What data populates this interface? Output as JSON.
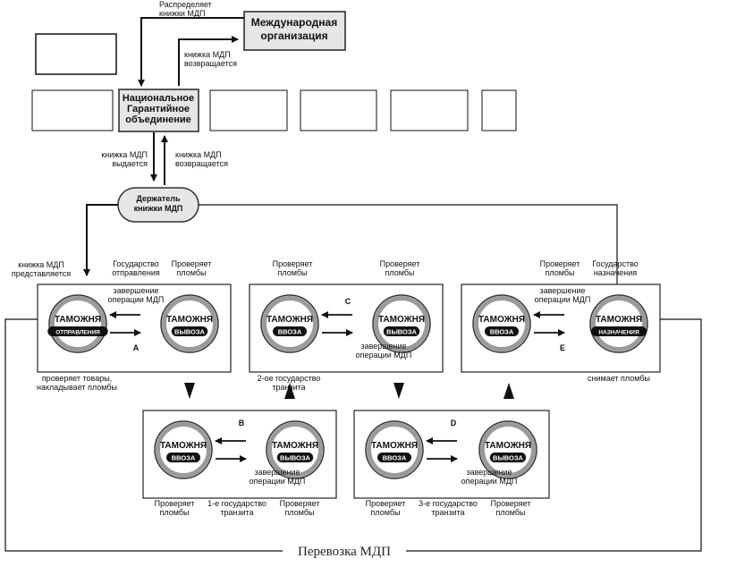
{
  "top": {
    "distribute_label": [
      "Распределяет",
      "книжки МДП"
    ],
    "international_org": [
      "Международная",
      "организация"
    ],
    "returned_label": [
      "книжка МДП",
      "возвращается"
    ]
  },
  "national": {
    "name": [
      "Национальное",
      "Гарантийное",
      "объединение"
    ],
    "issued_label": [
      "книжка МДП",
      "выдается"
    ],
    "returned_label": [
      "книжка МДП",
      "возвращается"
    ]
  },
  "holder": {
    "name": [
      "Держатель",
      "книжки МДП"
    ],
    "presented_label": [
      "книжка МДП",
      "представляется"
    ]
  },
  "customs_word": "ТАМОЖНЯ",
  "stations": {
    "A": {
      "letter": "A",
      "left": "ОТПРАВЛЕНИЯ",
      "right": "ВЫВОЗА",
      "top_left": [
        "Государство",
        "отправления"
      ],
      "top_right": [
        "Проверяет",
        "пломбы"
      ],
      "mid": [
        "завершение",
        "операции МДП"
      ],
      "bottom": [
        "проверяет товары,",
        "накладывает пломбы"
      ]
    },
    "B": {
      "letter": "B",
      "left": "ВВОЗА",
      "right": "ВЫВОЗА",
      "mid": [
        "завершение",
        "операции МДП"
      ],
      "below_left": [
        "Проверяет",
        "пломбы"
      ],
      "below_mid": [
        "1-е государство",
        "транзита"
      ],
      "below_right": [
        "Проверяет",
        "пломбы"
      ]
    },
    "C": {
      "letter": "C",
      "left": "ВВОЗА",
      "right": "ВЫВОЗА",
      "top_left": [
        "Проверяет",
        "пломбы"
      ],
      "top_right": [
        "Проверяет",
        "пломбы"
      ],
      "mid": [
        "завершение",
        "операции МДП"
      ],
      "bottom": [
        "2-ое государство",
        "транзита"
      ]
    },
    "D": {
      "letter": "D",
      "left": "ВВОЗА",
      "right": "ВЫВОЗА",
      "mid": [
        "завершение",
        "операции МДП"
      ],
      "below_left": [
        "Проверяет",
        "пломбы"
      ],
      "below_mid": [
        "3-е государство",
        "транзита"
      ],
      "below_right": [
        "Проверяет",
        "пломбы"
      ]
    },
    "E": {
      "letter": "E",
      "left": "ВВОЗА",
      "right": "НАЗНАЧЕНИЯ",
      "top_left": [
        "Проверяет",
        "пломбы"
      ],
      "top_right": [
        "Государство",
        "назначения"
      ],
      "mid": [
        "завершение",
        "операции МДП"
      ],
      "bottom": [
        "снимает пломбы"
      ]
    }
  },
  "footer": "Перевозка МДП"
}
